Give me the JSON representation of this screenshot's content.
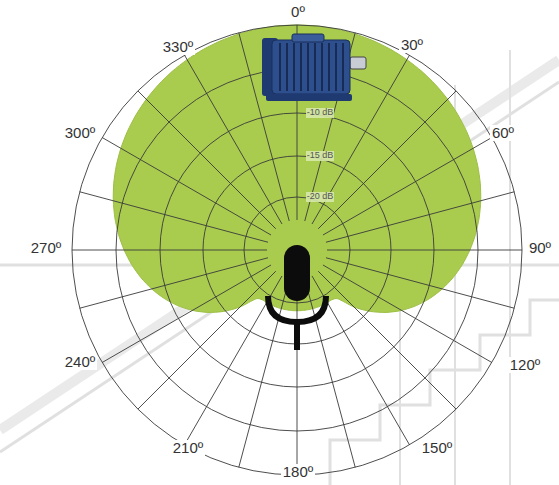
{
  "diagram": {
    "labels": [
      "0º",
      "30º",
      "60º",
      "90º",
      "120º",
      "150º",
      "180º",
      "210º",
      "240º",
      "270º",
      "300º",
      "330º",
      "-10 dB",
      "-15 dB",
      "-20 dB"
    ]
  }
}
